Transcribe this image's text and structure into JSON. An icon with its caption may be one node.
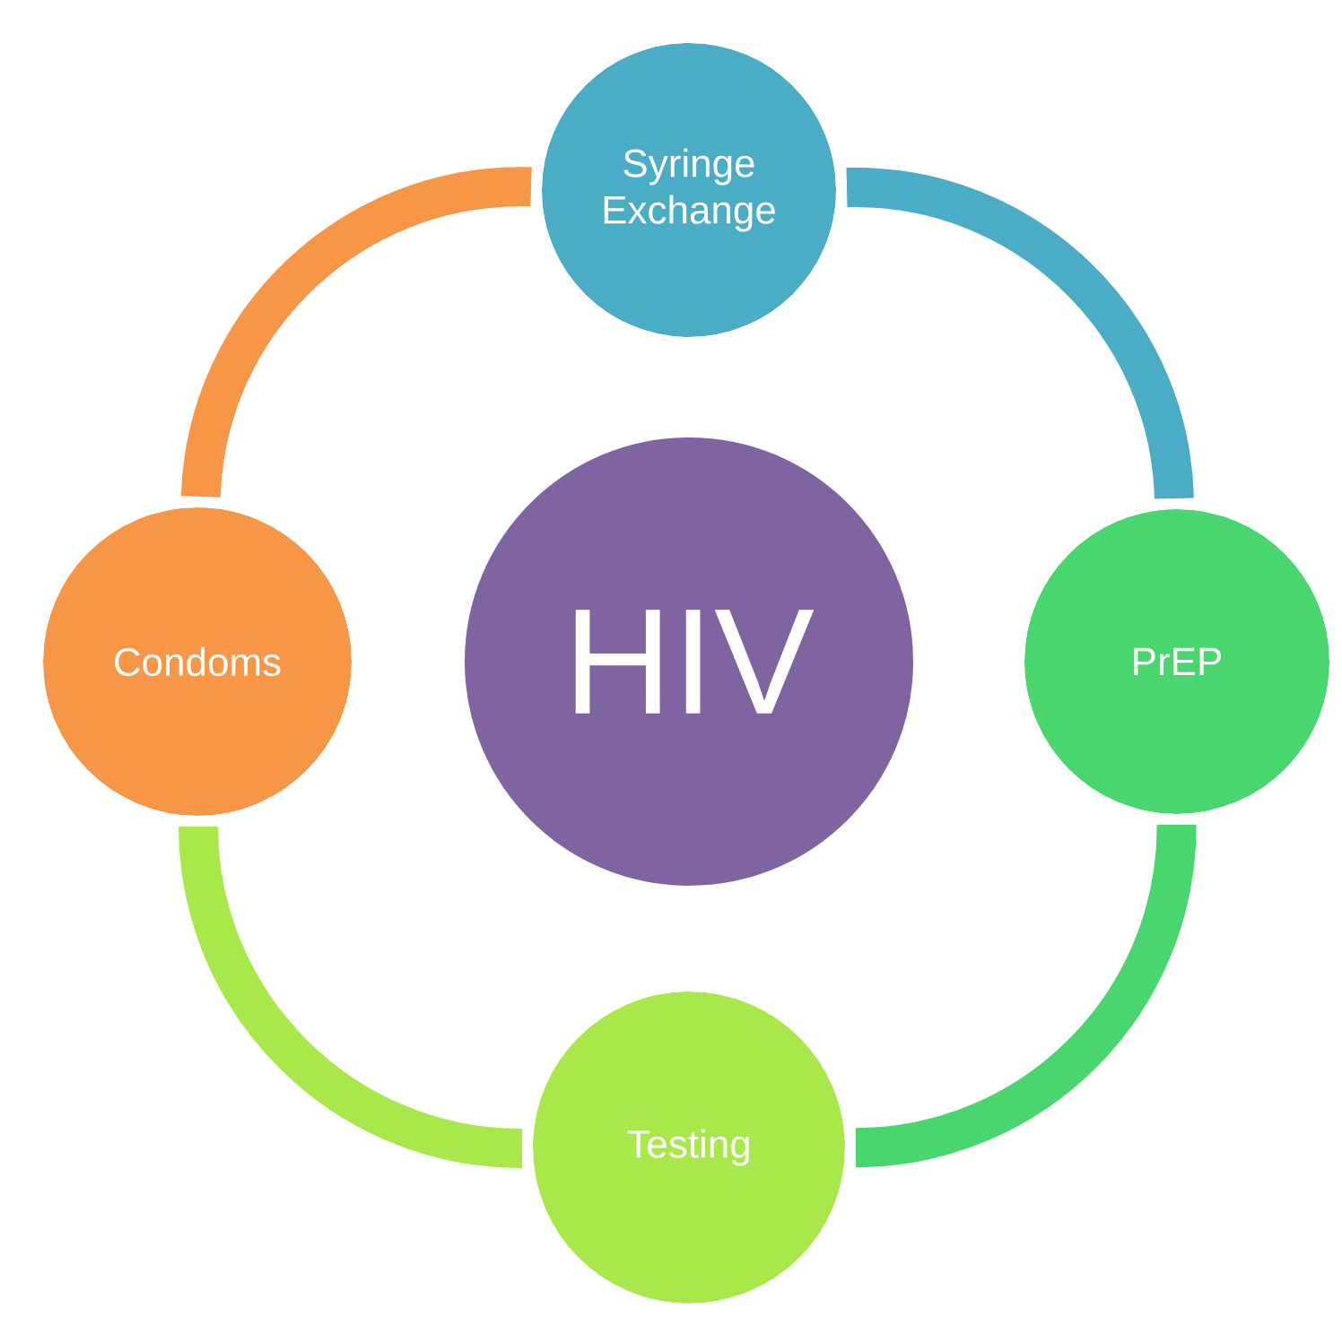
{
  "diagram": {
    "nodes": [
      {
        "text": [
          "Syringe Exchange"
        ]
      },
      {
        "text": [
          "Condoms"
        ]
      },
      {
        "text": [
          "HIV"
        ]
      },
      {
        "text": [
          "PrEP"
        ]
      },
      {
        "text": [
          "Testing"
        ]
      }
    ],
    "edges": [
      {
        "from": 0,
        "to": 3,
        "arrow": "none",
        "color": "#4bacc6"
      },
      {
        "from": 3,
        "to": 4,
        "arrow": "none",
        "color": "#4ad66e"
      },
      {
        "from": 4,
        "to": 1,
        "arrow": "none",
        "color": "#a9e84a"
      },
      {
        "from": 1,
        "to": 0,
        "arrow": "none",
        "color": "#f79646"
      }
    ]
  }
}
